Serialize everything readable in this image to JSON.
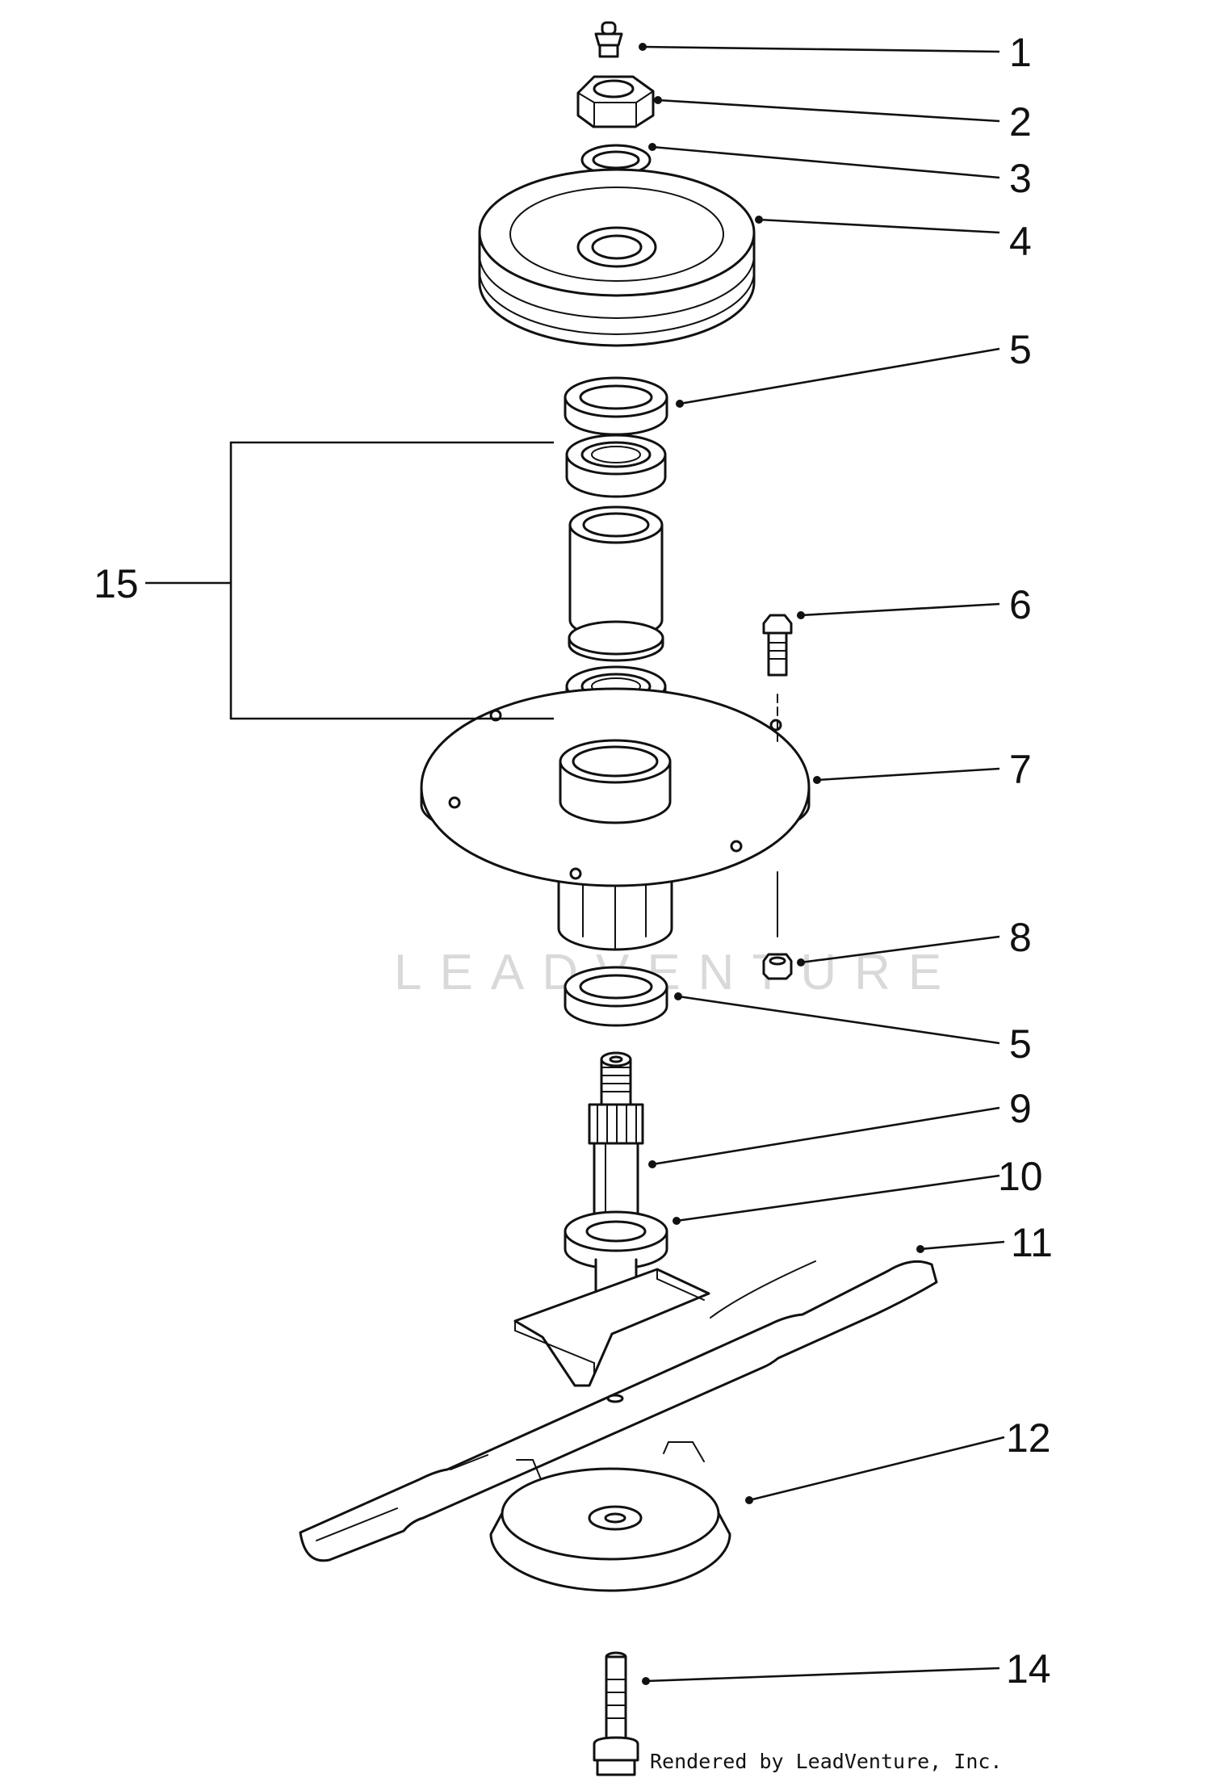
{
  "callouts": [
    {
      "id": "c1",
      "label": "1"
    },
    {
      "id": "c2",
      "label": "2"
    },
    {
      "id": "c3",
      "label": "3"
    },
    {
      "id": "c4",
      "label": "4"
    },
    {
      "id": "c5a",
      "label": "5"
    },
    {
      "id": "c15",
      "label": "15"
    },
    {
      "id": "c6",
      "label": "6"
    },
    {
      "id": "c7",
      "label": "7"
    },
    {
      "id": "c8",
      "label": "8"
    },
    {
      "id": "c5b",
      "label": "5"
    },
    {
      "id": "c9",
      "label": "9"
    },
    {
      "id": "c10",
      "label": "10"
    },
    {
      "id": "c11",
      "label": "11"
    },
    {
      "id": "c12",
      "label": "12"
    },
    {
      "id": "c14",
      "label": "14"
    }
  ],
  "watermark": "LEADVENTURE",
  "credit": "Rendered by LeadVenture, Inc."
}
